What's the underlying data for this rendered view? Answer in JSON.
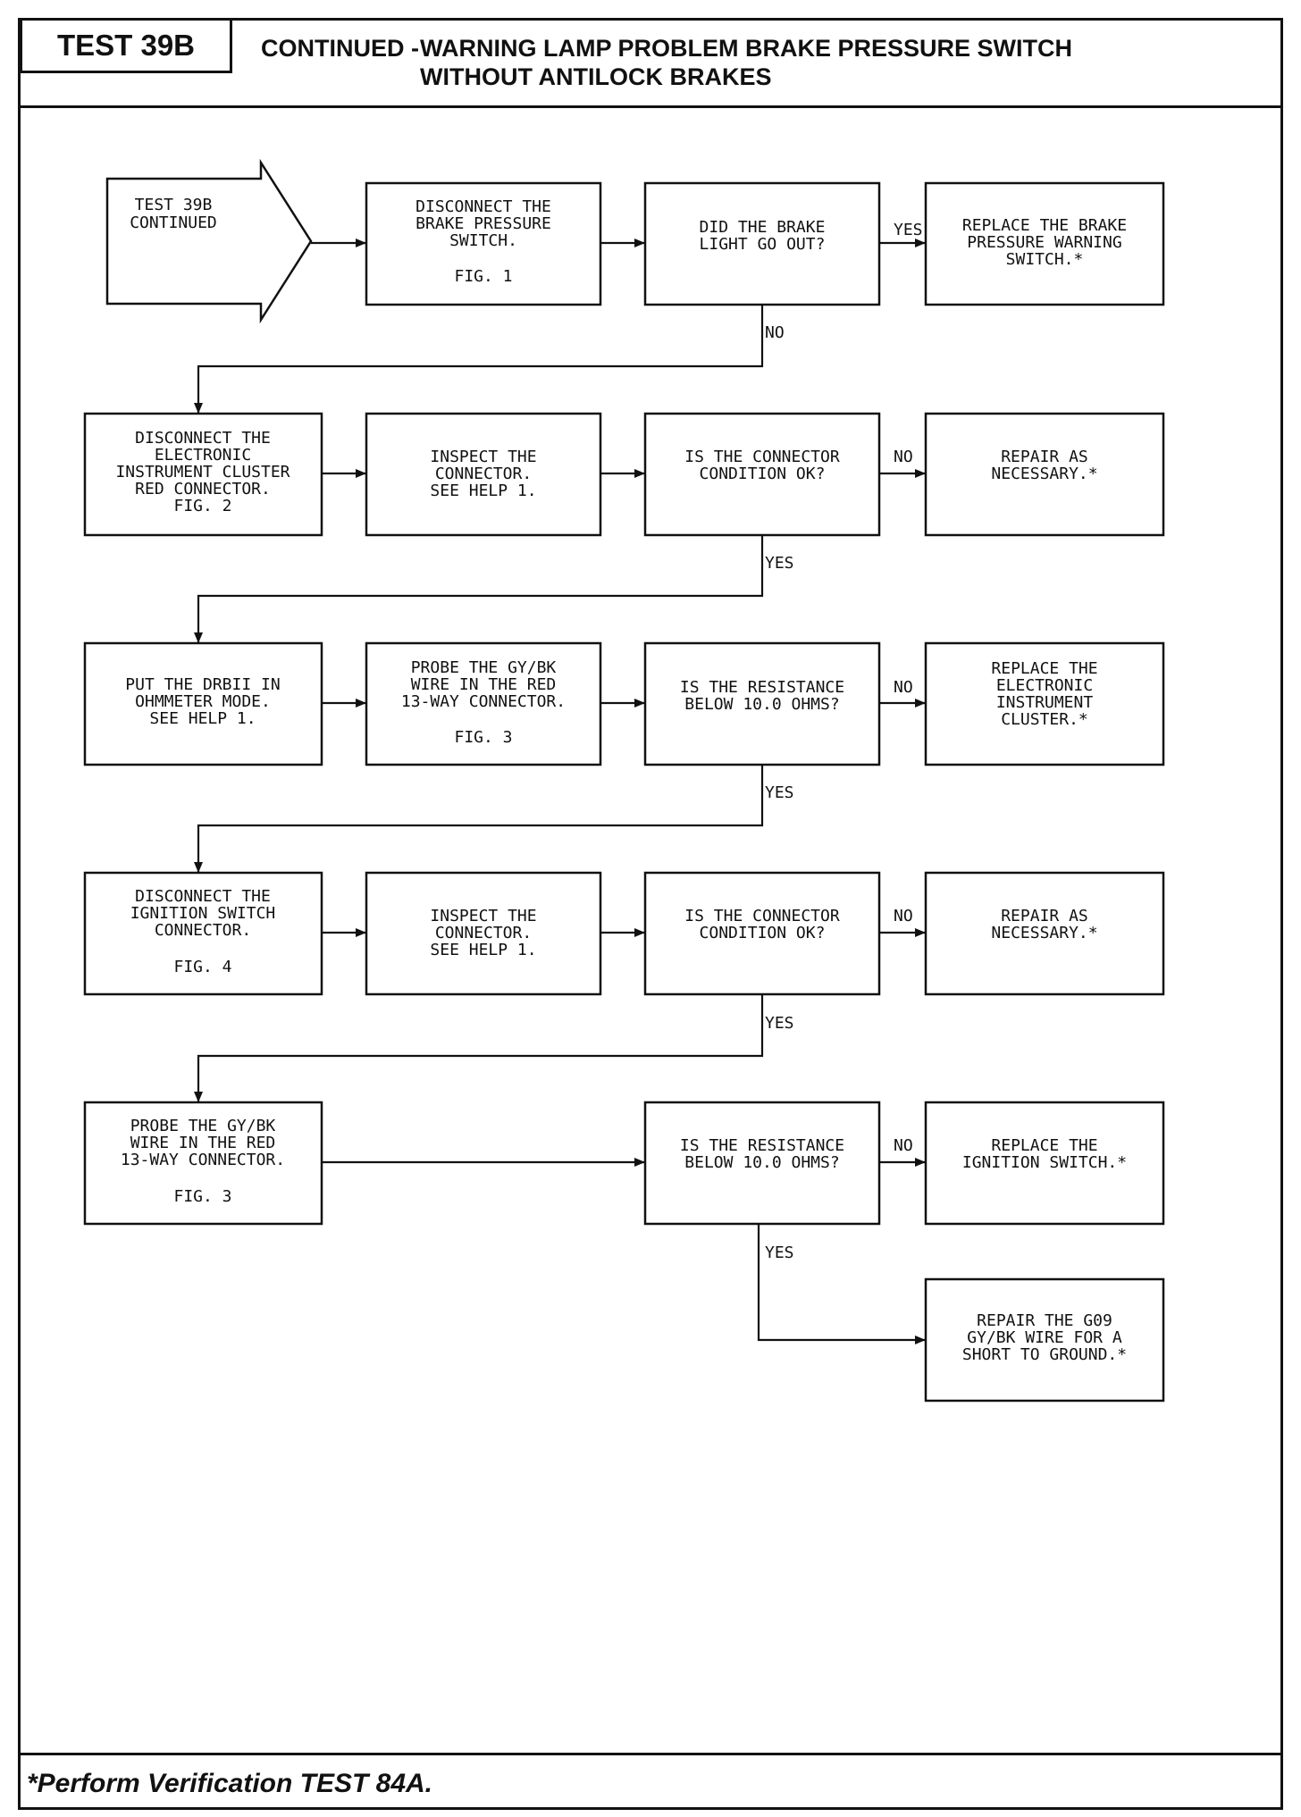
{
  "header": {
    "test_id": "TEST 39B",
    "title_prefix": "CONTINUED -",
    "title_line1": "WARNING LAMP PROBLEM BRAKE PRESSURE SWITCH",
    "title_line2": "WITHOUT ANTILOCK BRAKES"
  },
  "flowchart": {
    "entry": [
      "TEST 39B",
      "CONTINUED"
    ],
    "row1": {
      "step": [
        "DISCONNECT THE",
        "BRAKE PRESSURE",
        "SWITCH.",
        "",
        "FIG. 1"
      ],
      "question": [
        "DID THE BRAKE",
        "LIGHT GO OUT?"
      ],
      "branch_right": "YES",
      "result": [
        "REPLACE THE BRAKE",
        "PRESSURE WARNING",
        "SWITCH.*"
      ],
      "branch_down": "NO"
    },
    "row2": {
      "step1": [
        "DISCONNECT THE",
        "ELECTRONIC",
        "INSTRUMENT CLUSTER",
        "RED CONNECTOR.",
        "FIG. 2"
      ],
      "step2": [
        "INSPECT THE",
        "CONNECTOR.",
        "SEE HELP 1."
      ],
      "question": [
        "IS THE CONNECTOR",
        "CONDITION OK?"
      ],
      "branch_right": "NO",
      "result": [
        "REPAIR AS",
        "NECESSARY.*"
      ],
      "branch_down": "YES"
    },
    "row3": {
      "step1": [
        "PUT THE DRBII IN",
        "OHMMETER MODE.",
        "SEE HELP 1."
      ],
      "step2": [
        "PROBE THE GY/BK",
        "WIRE IN THE RED",
        "13-WAY CONNECTOR.",
        "",
        "FIG. 3"
      ],
      "question": [
        "IS THE RESISTANCE",
        "BELOW 10.0 OHMS?"
      ],
      "branch_right": "NO",
      "result": [
        "REPLACE THE",
        "ELECTRONIC",
        "INSTRUMENT",
        "CLUSTER.*"
      ],
      "branch_down": "YES"
    },
    "row4": {
      "step1": [
        "DISCONNECT THE",
        "IGNITION SWITCH",
        "CONNECTOR.",
        "",
        "FIG. 4"
      ],
      "step2": [
        "INSPECT THE",
        "CONNECTOR.",
        "SEE HELP 1."
      ],
      "question": [
        "IS THE CONNECTOR",
        "CONDITION OK?"
      ],
      "branch_right": "NO",
      "result": [
        "REPAIR AS",
        "NECESSARY.*"
      ],
      "branch_down": "YES"
    },
    "row5": {
      "step1": [
        "PROBE THE GY/BK",
        "WIRE IN THE RED",
        "13-WAY CONNECTOR.",
        "",
        "FIG. 3"
      ],
      "question": [
        "IS THE RESISTANCE",
        "BELOW 10.0 OHMS?"
      ],
      "branch_right": "NO",
      "result": [
        "REPLACE THE",
        "IGNITION SWITCH.*"
      ],
      "branch_down": "YES",
      "final": [
        "REPAIR THE G09",
        "GY/BK WIRE FOR A",
        "SHORT TO GROUND.*"
      ]
    }
  },
  "footer": {
    "note": "*Perform Verification TEST 84A."
  }
}
